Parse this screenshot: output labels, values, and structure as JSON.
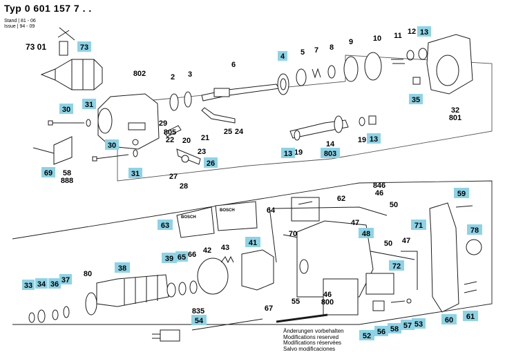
{
  "header": {
    "title": "Typ 0 601 157 7 . .",
    "stand_label": "Stand",
    "stand_value": "81 - 06",
    "issue_label": "Issue",
    "issue_value": "94 - 09"
  },
  "notice": [
    "Änderungen vorbehalten",
    "Modifications reserved",
    "Modifications réservées",
    "Salvo modificaciones"
  ],
  "brand_label": "BOSCH",
  "colors": {
    "callout_fill": "#8dd3e6",
    "line": "#1a1a1a"
  },
  "parts": {
    "p73_01": "73 01",
    "p73": "73",
    "p802": "802",
    "p2": "2",
    "p3": "3",
    "p6": "6",
    "p4": "4",
    "p5": "5",
    "p7": "7",
    "p8": "8",
    "p9": "9",
    "p10": "10",
    "p11": "11",
    "p12": "12",
    "p13a": "13",
    "p35": "35",
    "p32": "32",
    "p801": "801",
    "p30a": "30",
    "p31a": "31",
    "p29": "29",
    "p805": "805",
    "p22": "22",
    "p20": "20",
    "p21": "21",
    "p25": "25",
    "p24": "24",
    "p23": "23",
    "p26": "26",
    "p27": "27",
    "p28": "28",
    "p30b": "30",
    "p31b": "31",
    "p69": "69",
    "p58": "58",
    "p888": "888",
    "p13b": "13",
    "p19a": "19",
    "p14": "14",
    "p803": "803",
    "p19b": "19",
    "p13c": "13",
    "p846": "846",
    "p46a": "46",
    "p59": "59",
    "p62": "62",
    "p50a": "50",
    "p64": "64",
    "p63": "63",
    "p47a": "47",
    "p48": "48",
    "p71": "71",
    "p70": "70",
    "p78": "78",
    "p50b": "50",
    "p47b": "47",
    "p72": "72",
    "p42": "42",
    "p43": "43",
    "p41": "41",
    "p39": "39",
    "p65": "65",
    "p66": "66",
    "p38": "38",
    "p80": "80",
    "p33": "33",
    "p34": "34",
    "p36": "36",
    "p37": "37",
    "p46b": "46",
    "p800": "800",
    "p835": "835",
    "p54": "54",
    "p67": "67",
    "p55": "55",
    "p52": "52",
    "p56": "56",
    "p58b": "58",
    "p57": "57",
    "p53": "53",
    "p60": "60",
    "p61": "61"
  }
}
